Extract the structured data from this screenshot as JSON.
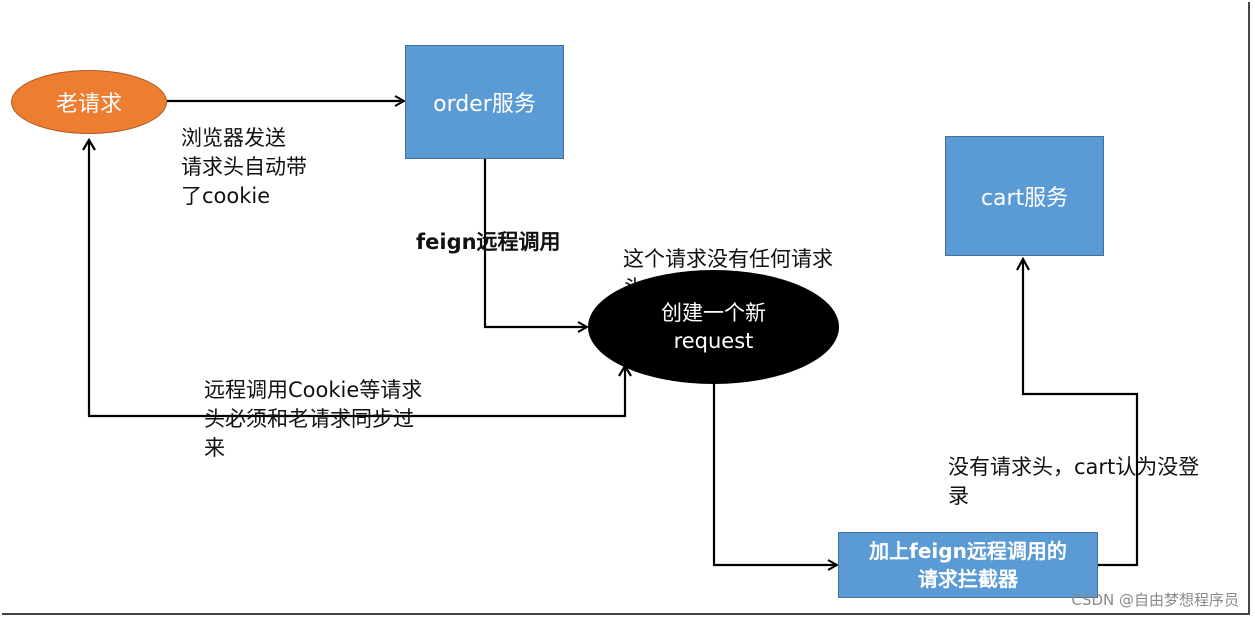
{
  "nodes": {
    "old_request": "老请求",
    "order_service": "order服务",
    "cart_service": "cart服务",
    "new_request_line1": "创建一个新",
    "new_request_line2": "request",
    "interceptor_line1": "加上feign远程调用的",
    "interceptor_line2": "请求拦截器"
  },
  "labels": {
    "browser_sends": "浏览器发送\n请求头自动带\n了cookie",
    "feign_remote_call": "feign远程调用",
    "no_headers": "这个请求没有任何请求\n头",
    "sync_headers": "远程调用Cookie等请求\n头必须和老请求同步过\n来",
    "cart_not_logged_in": "没有请求头，cart认为没登\n录"
  },
  "watermark": "CSDN @自由梦想程序员",
  "colors": {
    "box_fill": "#5b9bd5",
    "orange_fill": "#ed7d31",
    "black_fill": "#000000",
    "line": "#000000"
  }
}
